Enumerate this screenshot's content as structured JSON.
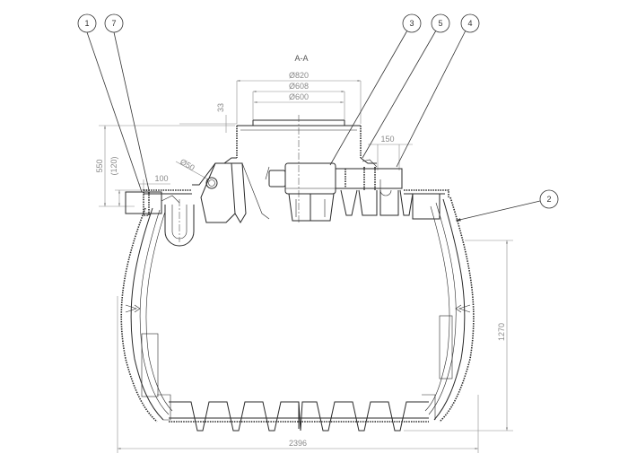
{
  "drawing": {
    "section_label": "A-A",
    "background": "#ffffff",
    "line_color": "#2a2a2a",
    "dimension_color": "#8a8a8a"
  },
  "dimensions": {
    "d820": "Ø820",
    "d608": "Ø608",
    "d600": "Ø600",
    "h33": "33",
    "h550": "550",
    "h120": "(120)",
    "w100": "100",
    "d50": "Ø50",
    "w150": "150",
    "h1270": "1270",
    "w2396": "2396"
  },
  "balloons": [
    {
      "id": "1",
      "label": "1"
    },
    {
      "id": "7",
      "label": "7"
    },
    {
      "id": "3",
      "label": "3"
    },
    {
      "id": "5",
      "label": "5"
    },
    {
      "id": "4",
      "label": "4"
    },
    {
      "id": "2",
      "label": "2"
    }
  ]
}
